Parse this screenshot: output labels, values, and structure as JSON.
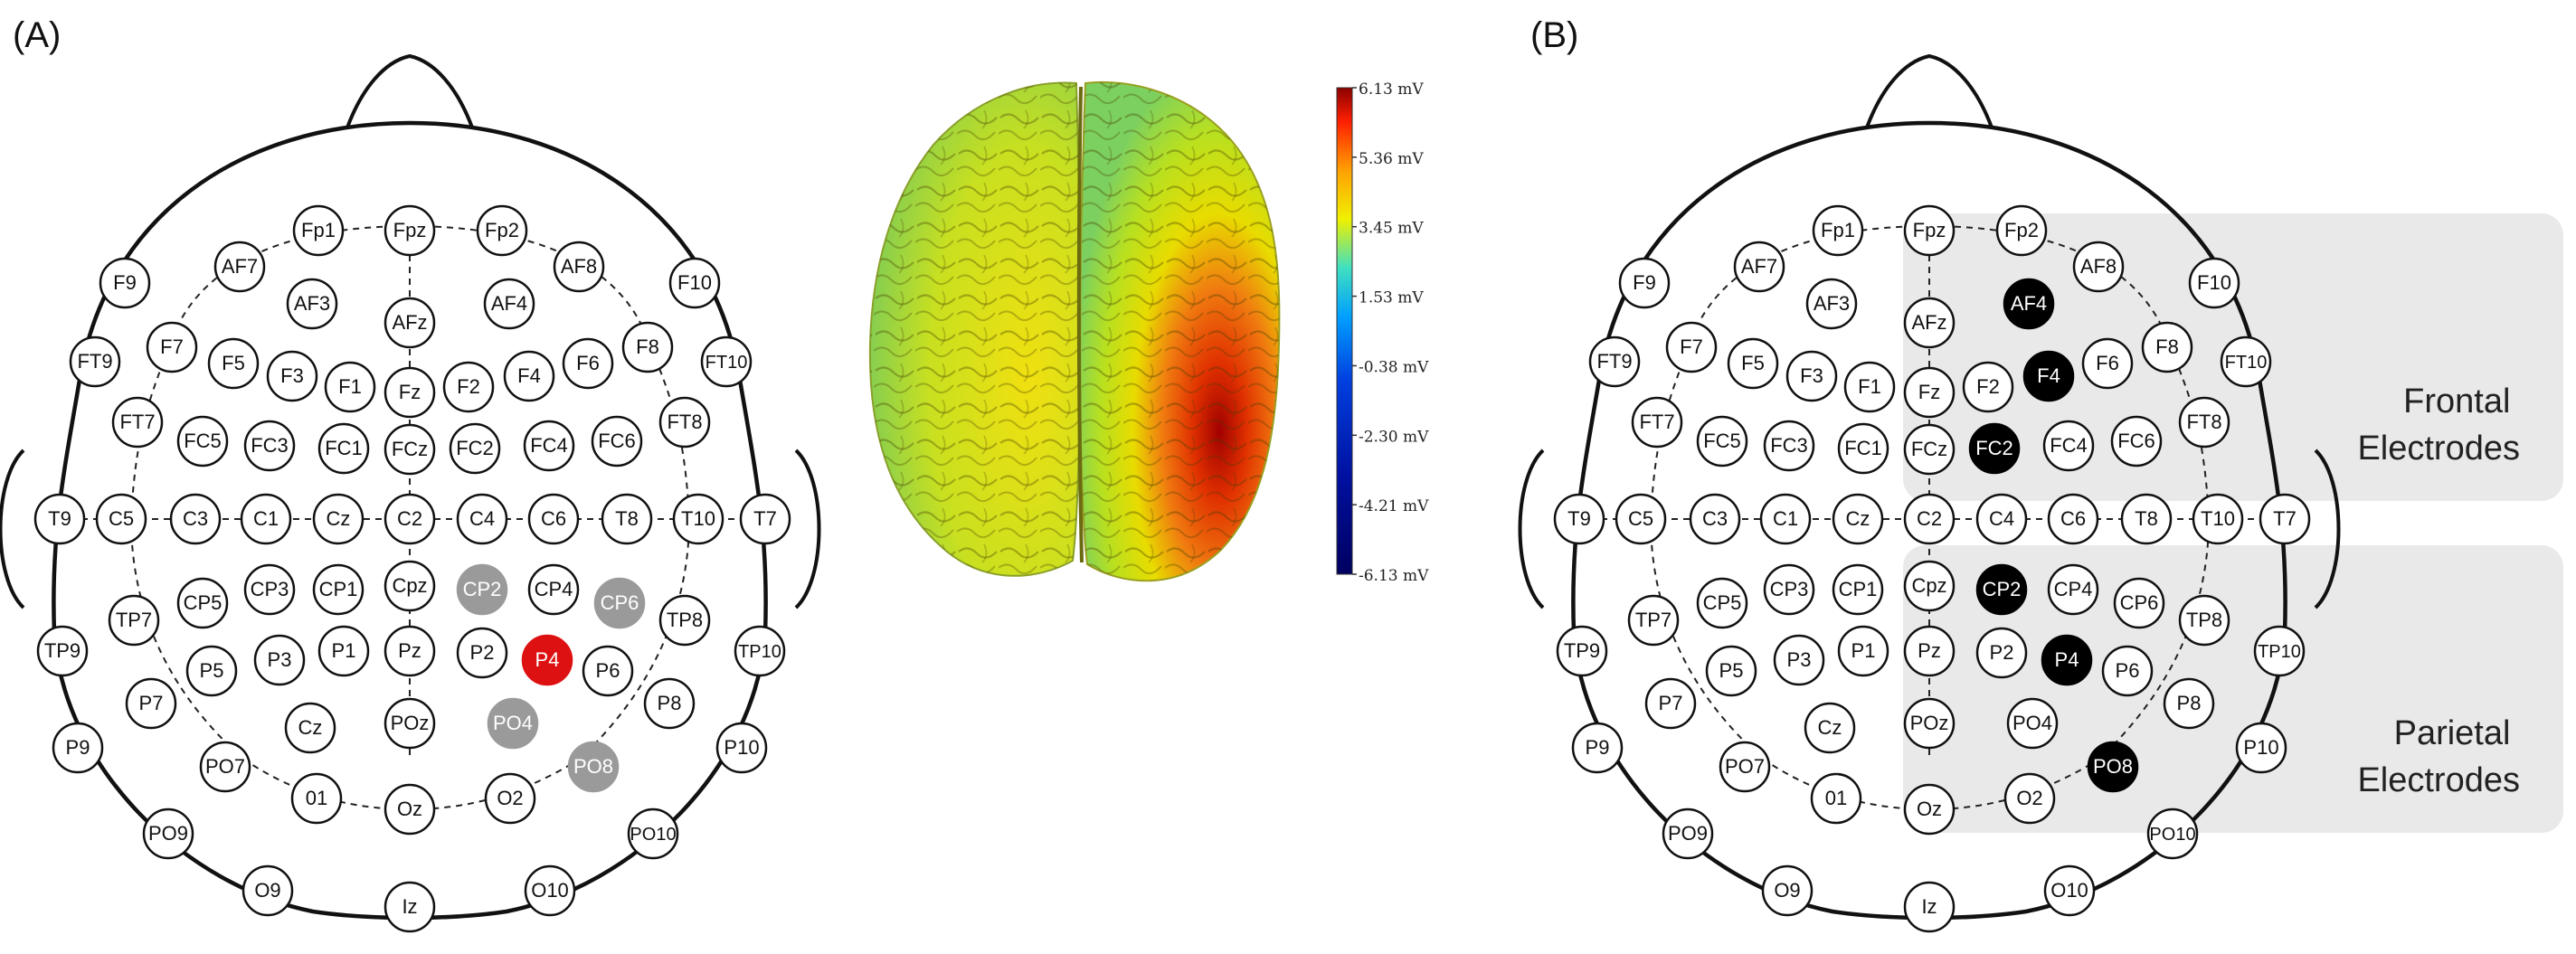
{
  "panels": [
    {
      "id": "A",
      "label": "(A)",
      "electrode_states": {
        "P4": "red",
        "CP2": "gray",
        "CP6": "gray",
        "PO4": "gray",
        "PO8": "gray"
      }
    },
    {
      "id": "B",
      "label": "(B)",
      "electrode_states": {
        "AF4": "black",
        "F4": "black",
        "FC2": "black",
        "CP2": "black",
        "P4": "black",
        "PO8": "black"
      },
      "regions": [
        {
          "name": "frontal",
          "lines": [
            "Frontal",
            "Electrodes"
          ]
        },
        {
          "name": "parietal",
          "lines": [
            "Parietal",
            "Electrodes"
          ]
        }
      ]
    }
  ],
  "electrode_labels": [
    "Fp1",
    "Fpz",
    "Fp2",
    "AF7",
    "AF8",
    "AF3",
    "AFz",
    "AF4",
    "F9",
    "F10",
    "F7",
    "F5",
    "F3",
    "F1",
    "Fz",
    "F2",
    "F4",
    "F6",
    "F8",
    "FT9",
    "FT10",
    "FT7",
    "FT8",
    "FC5",
    "FC3",
    "FC1",
    "FCz",
    "FC2",
    "FC4",
    "FC6",
    "T9",
    "T7",
    "C5",
    "C3",
    "C1",
    "Cz",
    "C2",
    "C4",
    "C6",
    "T8",
    "T10",
    "CP5",
    "CP3",
    "CP1",
    "Cpz",
    "CP2",
    "CP4",
    "CP6",
    "TP7",
    "TP8",
    "TP9",
    "TP10",
    "P5",
    "P3",
    "P1",
    "Pz",
    "P2",
    "P4",
    "P6",
    "P7",
    "P8",
    "P9",
    "P10",
    "Cz",
    "POz",
    "PO4",
    "PO7",
    "PO8",
    "01",
    "Oz",
    "O2",
    "PO9",
    "PO10",
    "O9",
    "Iz",
    "O10"
  ],
  "colorbar": {
    "ticks": [
      "6.13 mV",
      "5.36 mV",
      "3.45 mV",
      "1.53 mV",
      "-0.38 mV",
      "-2.30 mV",
      "-4.21 mV",
      "-6.13 mV"
    ]
  },
  "colors": {
    "outline": "#111111",
    "highlight_red": "#dd1111",
    "highlight_gray": "#9a9a9a",
    "highlight_black": "#000000",
    "region_fill": "#e9e9e9"
  }
}
